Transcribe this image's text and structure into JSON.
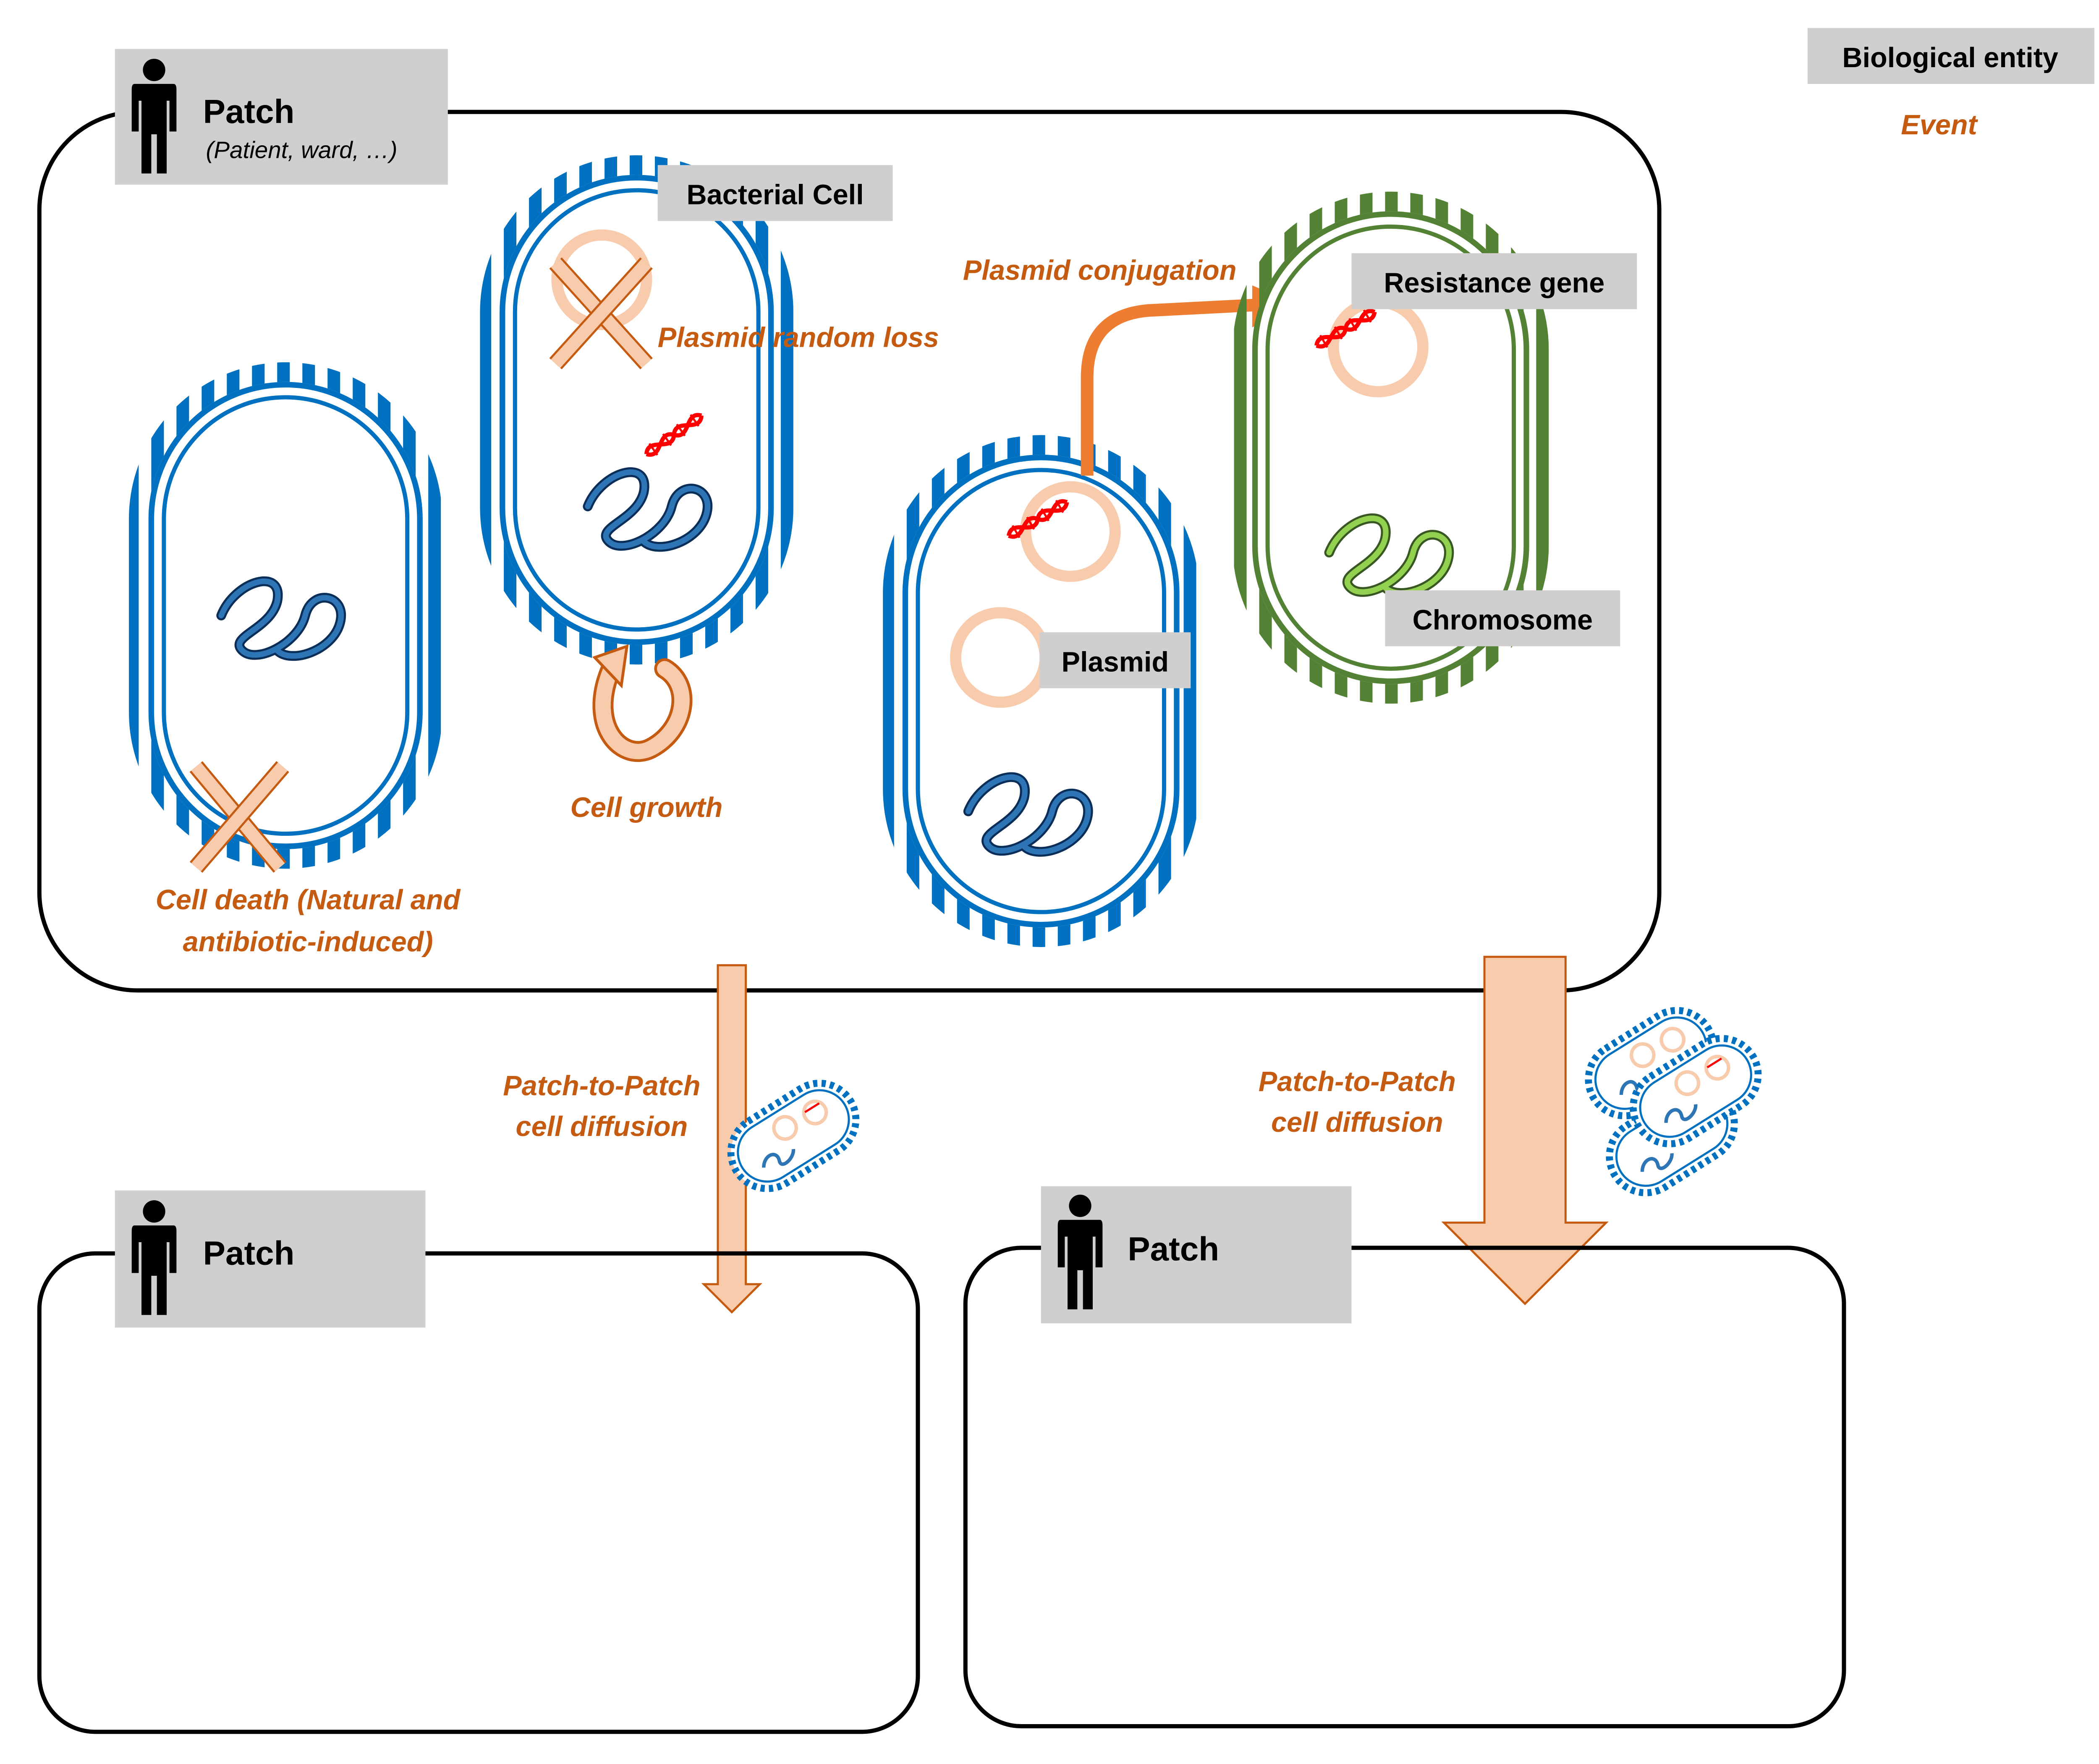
{
  "legend": {
    "entity_label": "Biological entity",
    "event_label": "Event"
  },
  "patches": {
    "top": {
      "title": "Patch",
      "subtitle": "(Patient, ward, …)"
    },
    "bottom_left": {
      "title": "Patch"
    },
    "bottom_right": {
      "title": "Patch"
    }
  },
  "entities": {
    "bacterial_cell": "Bacterial Cell",
    "resistance_gene": "Resistance gene",
    "chromosome": "Chromosome",
    "plasmid": "Plasmid"
  },
  "events": {
    "plasmid_loss": "Plasmid random loss",
    "plasmid_conjugation": "Plasmid conjugation",
    "cell_growth": "Cell growth",
    "cell_death_line1": "Cell death (Natural and",
    "cell_death_line2": "antibiotic-induced)",
    "diffusion_left_line1": "Patch-to-Patch",
    "diffusion_left_line2": "cell diffusion",
    "diffusion_right_line1": "Patch-to-Patch",
    "diffusion_right_line2": "cell diffusion"
  },
  "colors": {
    "event_text": "#c55a11",
    "label_box": "#d0cece",
    "cell_blue": "#0070c0",
    "cell_green": "#548235",
    "chromosome_green": "#92d050",
    "plasmid": "#f8cbad",
    "dna": "#ff0000",
    "conjugation_arrow": "#ed7d31",
    "diffusion_arrow": "#f8cbad"
  },
  "icons": [
    "person-icon",
    "dna-icon",
    "plasmid-icon",
    "chromosome-icon",
    "cross-icon",
    "growth-arrow-icon"
  ]
}
